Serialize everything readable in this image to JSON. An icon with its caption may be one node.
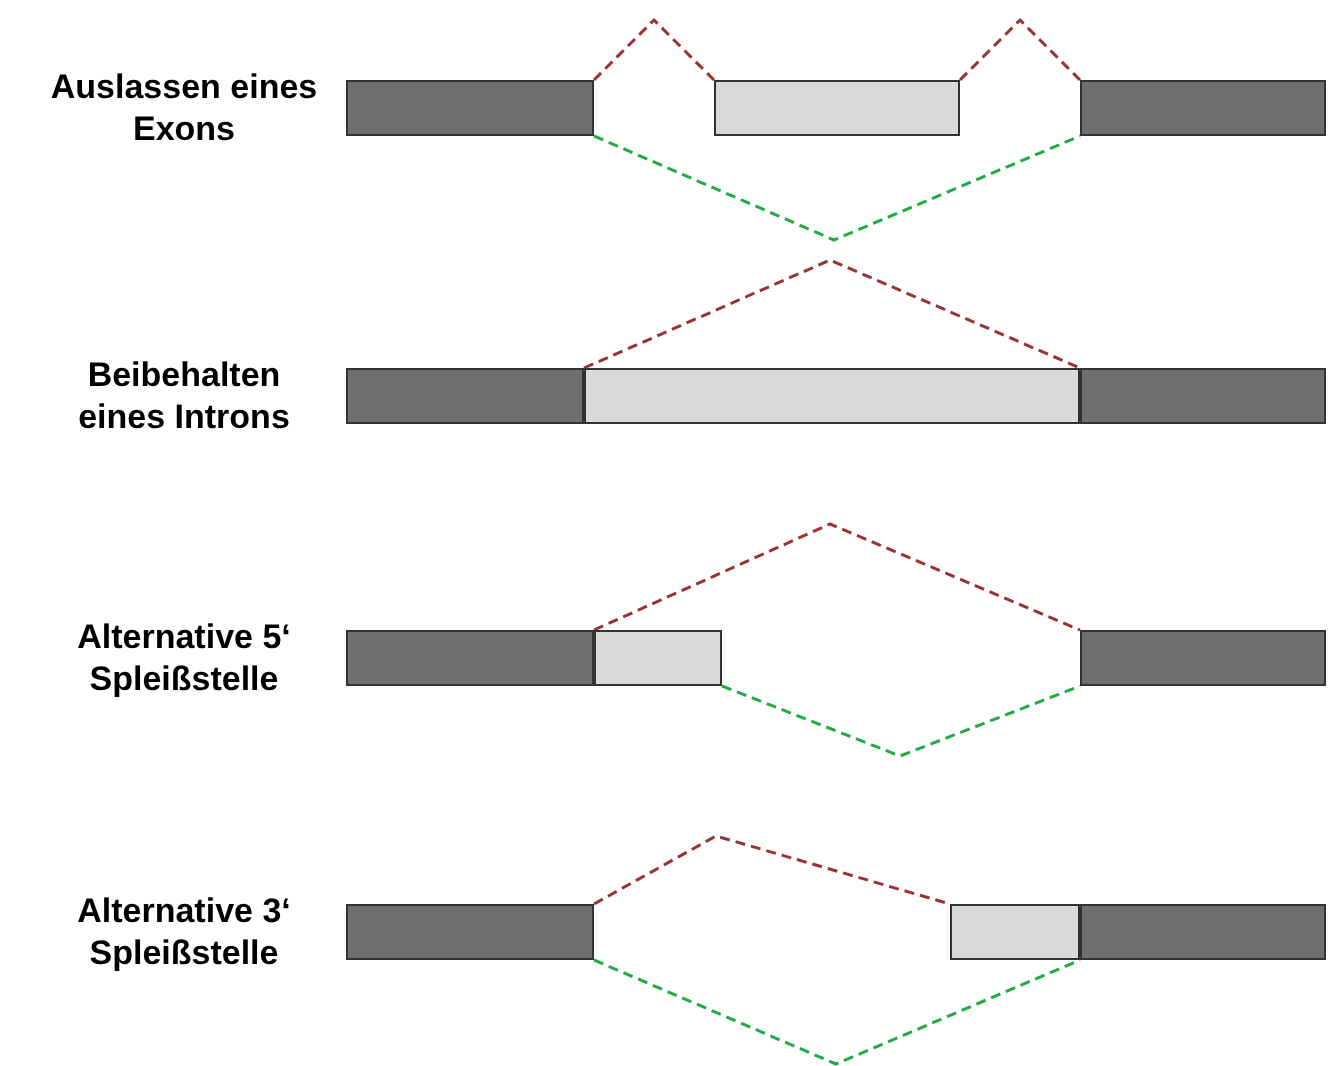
{
  "diagram": {
    "nodes": [
      {
        "text": [],
        "shape": "bar",
        "beside": [
          "Auslassen eines Exons"
        ]
      },
      {
        "text": [],
        "shape": "bar"
      },
      {
        "text": [],
        "shape": "bar"
      },
      {
        "text": [],
        "shape": "bar",
        "beside": [
          "Beibehalten eines Introns"
        ]
      },
      {
        "text": [],
        "shape": "bar"
      },
      {
        "text": [],
        "shape": "bar"
      },
      {
        "text": [],
        "shape": "bar",
        "beside": [
          "Alternative 5‘ Spleißstelle"
        ]
      },
      {
        "text": [],
        "shape": "bar"
      },
      {
        "text": [],
        "shape": "bar"
      },
      {
        "text": [],
        "shape": "bar",
        "beside": [
          "Alternative 3‘ Spleißstelle"
        ]
      },
      {
        "text": [],
        "shape": "bar"
      },
      {
        "text": [],
        "shape": "bar"
      }
    ],
    "edges": [
      {
        "from": 0,
        "to": 1,
        "arrow": "none",
        "style": "dashed",
        "color": "#993333"
      },
      {
        "from": 1,
        "to": 2,
        "arrow": "none",
        "style": "dashed",
        "color": "#993333"
      },
      {
        "from": 0,
        "to": 2,
        "arrow": "none",
        "style": "dashed",
        "color": "#22aa44"
      },
      {
        "from": 3,
        "to": 5,
        "arrow": "none",
        "style": "dashed",
        "color": "#993333"
      },
      {
        "from": 6,
        "to": 8,
        "arrow": "none",
        "style": "dashed",
        "color": "#993333"
      },
      {
        "from": 7,
        "to": 8,
        "arrow": "none",
        "style": "dashed",
        "color": "#22aa44"
      },
      {
        "from": 9,
        "to": 10,
        "arrow": "none",
        "style": "dashed",
        "color": "#993333"
      },
      {
        "from": 9,
        "to": 11,
        "arrow": "none",
        "style": "dashed",
        "color": "#22aa44"
      }
    ]
  }
}
